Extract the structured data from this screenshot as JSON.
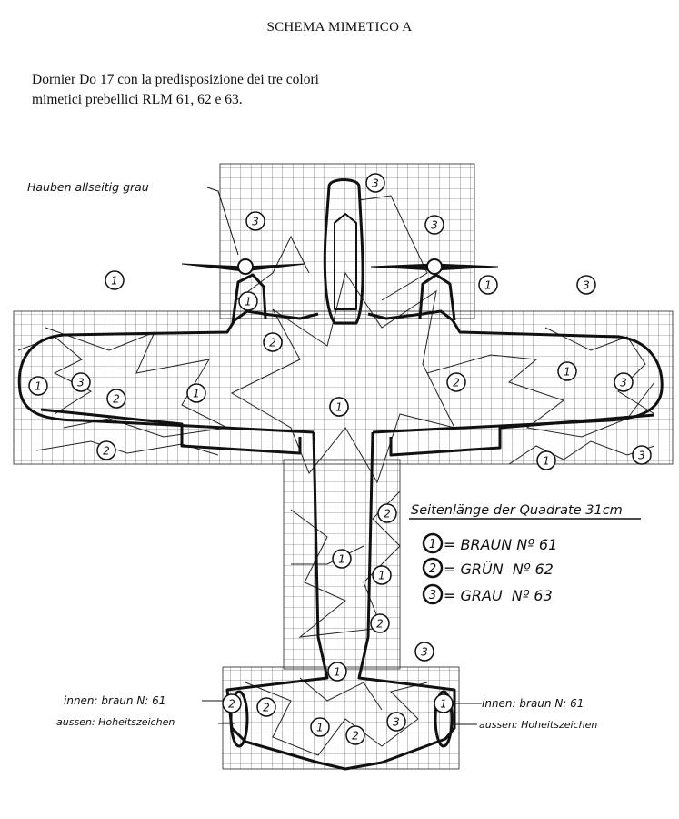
{
  "title": "SCHEMA MIMETICO A",
  "caption": {
    "line1": "Dornier Do 17 con la predisposizione dei tre colori",
    "line2": "mimetici prebellici RLM 61, 62 e 63."
  },
  "labels": {
    "hauben": "Hauben allseitig grau",
    "innen_left": "innen: braun N: 61",
    "aussen_left": "aussen: Hoheitszeichen",
    "innen_right": "innen: braun N: 61",
    "aussen_right": "aussen: Hoheitszeichen"
  },
  "legend": {
    "heading": "Seitenlänge der Quadrate 31cm",
    "items": [
      {
        "num": "1",
        "text": "= BRAUN Nº 61"
      },
      {
        "num": "2",
        "text": "= GRÜN  Nº 62"
      },
      {
        "num": "3",
        "text": "= GRAU  Nº 63"
      }
    ]
  },
  "markers": [
    "3",
    "3",
    "3",
    "1",
    "1",
    "1",
    "2",
    "3",
    "1",
    "3",
    "2",
    "1",
    "3",
    "2",
    "1",
    "3",
    "1",
    "2",
    "3",
    "2",
    "1",
    "1",
    "2",
    "3",
    "1",
    "2",
    "1",
    "2",
    "3",
    "2",
    "1",
    "1"
  ]
}
